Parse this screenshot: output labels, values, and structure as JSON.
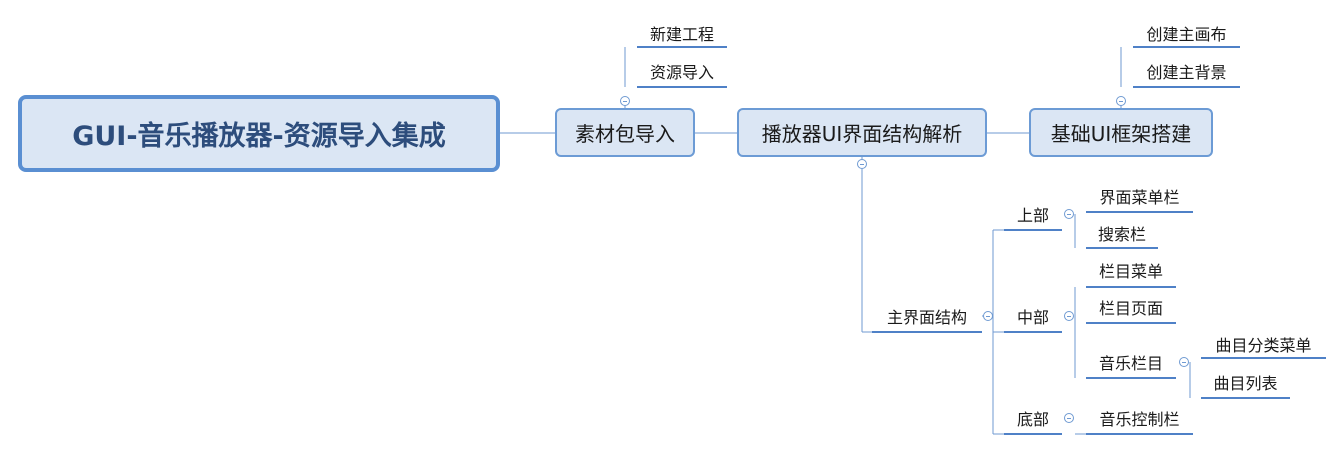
{
  "root": {
    "title": "GUI-音乐播放器-资源导入集成"
  },
  "branches": {
    "material": {
      "label": "素材包导入",
      "children": [
        "新建工程",
        "资源导入"
      ]
    },
    "structure": {
      "label": "播放器UI界面结构解析",
      "main_interface": {
        "label": "主界面结构",
        "top": {
          "label": "上部",
          "children": [
            "界面菜单栏",
            "搜索栏"
          ]
        },
        "middle": {
          "label": "中部",
          "children": [
            "栏目菜单",
            "栏目页面"
          ],
          "music": {
            "label": "音乐栏目",
            "children": [
              "曲目分类菜单",
              "曲目列表"
            ]
          }
        },
        "bottom": {
          "label": "底部",
          "children": [
            "音乐控制栏"
          ]
        }
      }
    },
    "framework": {
      "label": "基础UI框架搭建",
      "children": [
        "创建主画布",
        "创建主背景"
      ]
    }
  },
  "colors": {
    "node_fill": "#dbe6f4",
    "node_border": "#5a8fd2",
    "line": "#6f9ad2",
    "root_text": "#2d4d7c"
  }
}
